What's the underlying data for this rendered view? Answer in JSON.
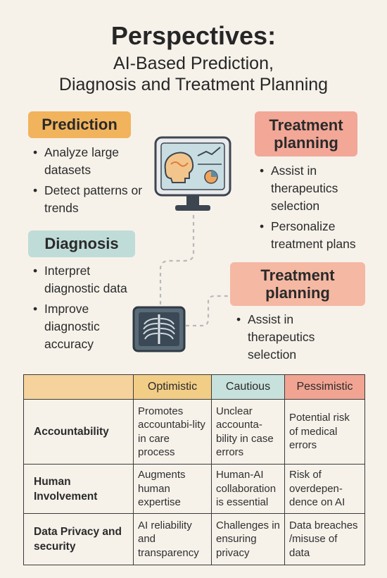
{
  "title": {
    "main": "Perspectives:",
    "line2": "AI-Based Prediction,",
    "line3": "Diagnosis and Treatment Planning"
  },
  "sections": {
    "prediction": {
      "label": "Prediction",
      "bullets": [
        "Analyze large datasets",
        "Detect patterns or trends"
      ]
    },
    "diagnosis": {
      "label": "Diagnosis",
      "bullets": [
        "Interpret diagnostic data",
        "Improve diagnostic accuracy"
      ]
    },
    "treatment_1": {
      "label": "Treatment planning",
      "bullets": [
        "Assist in therapeutics selection",
        "Personalize treatment plans"
      ]
    },
    "treatment_2": {
      "label": "Treatment planning",
      "bullets": [
        "Assist in therapeutics selection"
      ]
    }
  },
  "icons": {
    "monitor": "computer-monitor-brain-icon",
    "xray": "chest-xray-icon"
  },
  "table": {
    "headers": [
      "",
      "Optimistic",
      "Cautious",
      "Pessimistic"
    ],
    "rows": [
      {
        "label": "Accountability",
        "cells": [
          "Promotes accountabi-lity in care process",
          "Unclear accounta-bility in case errors",
          "Potential risk of medical errors"
        ]
      },
      {
        "label": "Human Involvement",
        "cells": [
          "Augments human expertise",
          "Human-AI collaboration is essential",
          "Risk of overdepen-dence on AI"
        ]
      },
      {
        "label": "Data Privacy and security",
        "cells": [
          "AI reliability and transparency",
          "Challenges in ensuring privacy",
          "Data breaches /misuse of data"
        ]
      }
    ]
  },
  "colors": {
    "background": "#f6f2ea",
    "prediction": "#f1b35c",
    "diagnosis": "#bfdcd8",
    "treatment": "#f2a797",
    "optimistic": "#f2cd86",
    "cautious": "#c7e1dc",
    "pessimistic": "#f2a493"
  }
}
